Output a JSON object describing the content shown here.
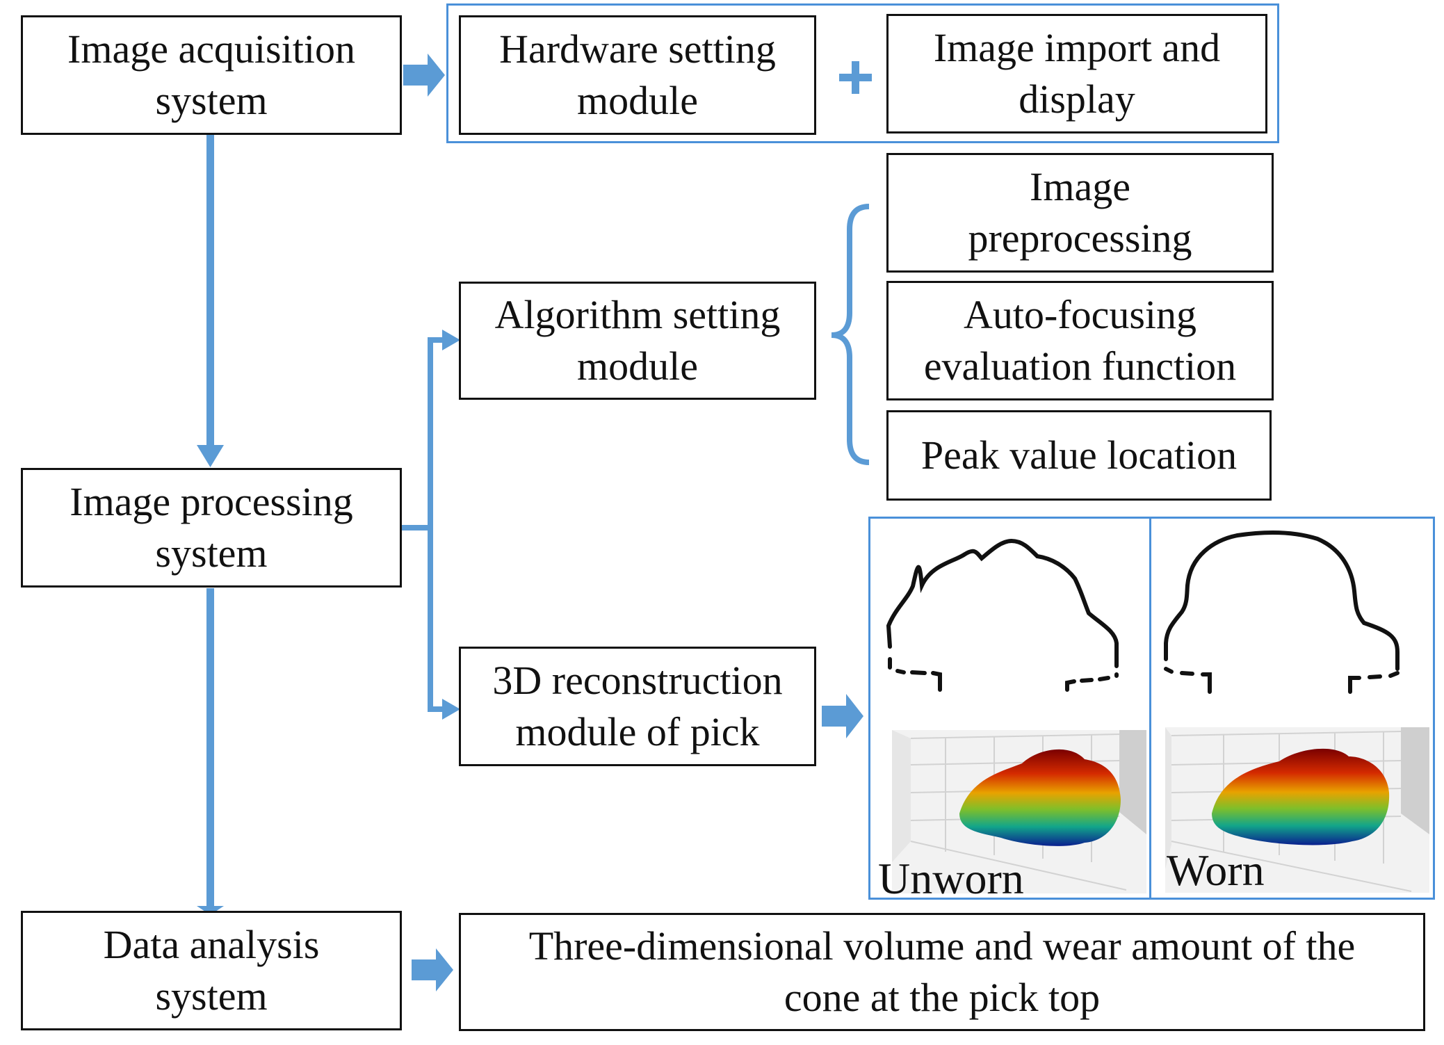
{
  "nodes": {
    "acquisition": "Image acquisition\nsystem",
    "hardware": "Hardware setting\nmodule",
    "import_display": "Image import and\ndisplay",
    "preprocessing": "Image\npreprocessing",
    "autofocus": "Auto-focusing\nevaluation function",
    "peak": "Peak value location",
    "algorithm": "Algorithm setting\nmodule",
    "processing": "Image processing\nsystem",
    "reconstruction": "3D reconstruction\nmodule of pick",
    "analysis": "Data analysis\nsystem",
    "result": "Three-dimensional volume and wear amount of the\ncone at the pick top"
  },
  "panels": {
    "unworn": "Unworn",
    "worn": "Worn"
  },
  "colors": {
    "arrow": "#5b9bd5",
    "group_border": "#4a90d9"
  }
}
